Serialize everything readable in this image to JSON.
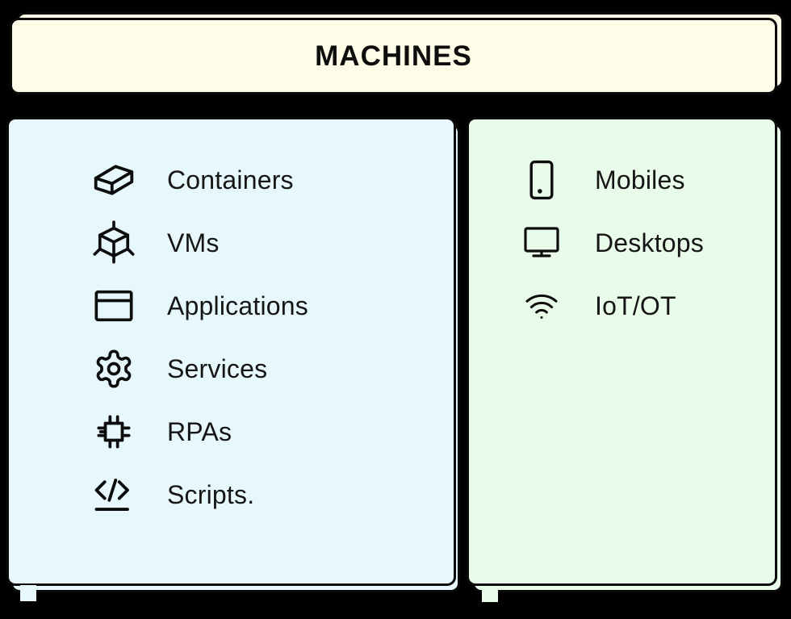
{
  "title": {
    "label": "MACHINES"
  },
  "left_panel": {
    "items": [
      {
        "icon": "container-icon",
        "label": "Containers"
      },
      {
        "icon": "vm-cube-icon",
        "label": "VMs"
      },
      {
        "icon": "app-window-icon",
        "label": "Applications"
      },
      {
        "icon": "gear-icon",
        "label": "Services"
      },
      {
        "icon": "chip-icon",
        "label": "RPAs"
      },
      {
        "icon": "code-icon",
        "label": "Scripts."
      }
    ]
  },
  "right_panel": {
    "items": [
      {
        "icon": "smartphone-icon",
        "label": "Mobiles"
      },
      {
        "icon": "monitor-icon",
        "label": "Desktops"
      },
      {
        "icon": "wifi-icon",
        "label": "IoT/OT"
      }
    ]
  },
  "legend": {
    "machines_swatch_color": "#e7f8fd",
    "devices_swatch_color": "#e9fbe9"
  },
  "colors": {
    "background": "#000000",
    "title_bg": "#fffde7",
    "left_panel_bg": "#e7f8fd",
    "right_panel_bg": "#e9fbe9",
    "outline": "#0d0d0d"
  }
}
